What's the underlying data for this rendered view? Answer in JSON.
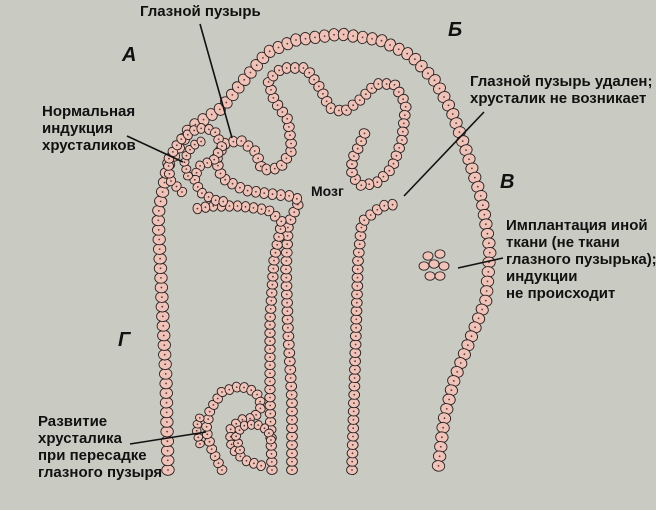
{
  "diagram": {
    "labels": {
      "eye_vesicle": "Глазной пузырь",
      "normal_induction": [
        "Нормальная",
        "индукция",
        "хрусталиков"
      ],
      "removed": [
        "Глазной пузырь удален;",
        "хрусталик не возникает"
      ],
      "brain": "Мозг",
      "implant": [
        "Имплантация иной",
        "ткани (не ткани",
        "глазного пузырька);",
        "индукции",
        "не происходит"
      ],
      "transplant": [
        "Развитие",
        "хрусталика",
        "при пересадке",
        "глазного пузыря"
      ]
    },
    "panels": {
      "a": "А",
      "b": "Б",
      "v": "В",
      "g": "Г"
    },
    "colors": {
      "background": "#c9cbc2",
      "cell_fill": "#f0c3b9",
      "cell_outline": "#2a2020",
      "nucleus": "#5a3a3a",
      "ink": "#111111"
    }
  }
}
